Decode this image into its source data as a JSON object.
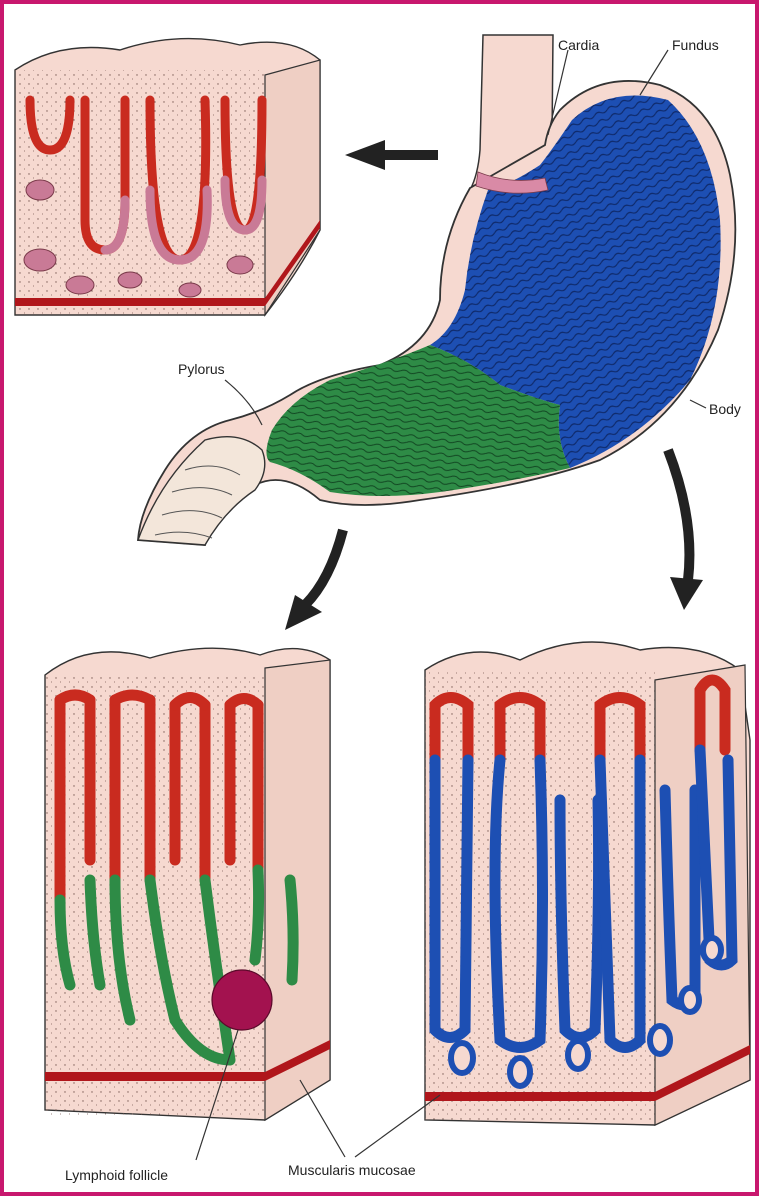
{
  "labels": {
    "cardia": "Cardia",
    "fundus": "Fundus",
    "body": "Body",
    "pylorus": "Pylorus",
    "lymphoid_follicle": "Lymphoid follicle",
    "muscularis_mucosae": "Muscularis mucosae"
  },
  "colors": {
    "border": "#c8186e",
    "tissue": "#f6d9d0",
    "fundic_body_mucosa": "#1d4fb3",
    "pyloric_mucosa": "#2e8b46",
    "surface_epithelium": "#c92b1f",
    "cardiac_glands": "#c97a96",
    "muscularis": "#b0161b",
    "lymphoid_follicle": "#a3124f"
  },
  "icons": [
    "arrow-to-cardia-block",
    "arrow-to-pyloric-block",
    "arrow-to-body-block"
  ]
}
